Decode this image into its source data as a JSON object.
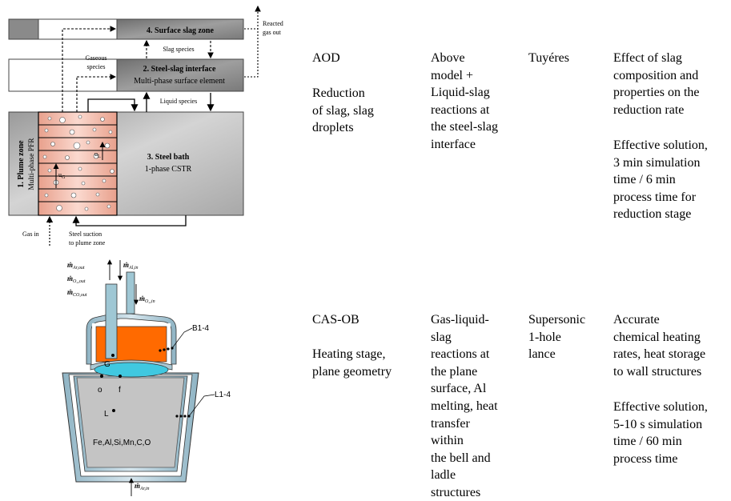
{
  "aod_diagram": {
    "zone4": "4. Surface slag zone",
    "reacted_gas": [
      "Reacted",
      "gas out"
    ],
    "slag_species": "Slag species",
    "gaseous_species": [
      "Gaseous",
      "species"
    ],
    "zone2_title": "2. Steel-slag interface",
    "zone2_sub": "Multi-phase surface element",
    "liquid_species": "Liquid species",
    "zone1_title": "1. Plume zone",
    "zone1_sub": "Multi-phase PFR",
    "u_g": "u",
    "u_g_sub": "G",
    "u_l": "u",
    "u_l_sub": "L",
    "zone3_title": "3. Steel bath",
    "zone3_sub": "1-phase CSTR",
    "gas_in": "Gas in",
    "steel_suction": [
      "Steel suction",
      "to plume zone"
    ]
  },
  "cas_diagram": {
    "m_ar_out": "Ar,out",
    "m_o2_out": "O₂,out",
    "m_co_out": "CO,out",
    "m_al_in": "Al,in",
    "m_o2_in": "O₂,in",
    "m_ar_in": "Ar,in",
    "m_symbol": "ṁ",
    "label_b": "B1-4",
    "label_l1": "L1-4",
    "label_g": "G",
    "label_o": "o",
    "label_f": "f",
    "label_l": "L",
    "elements": "Fe,Al,Si,Mn,C,O"
  },
  "rows": [
    {
      "process": "AOD",
      "stage": "Reduction\nof slag, slag\ndroplets",
      "model": "Above\nmodel +\nLiquid-slag\nreactions at\nthe steel-slag\ninterface",
      "gas_injection": "Tuyéres",
      "results": [
        "Effect of slag\ncomposition and\nproperties on the\nreduction rate",
        "Effective solution,\n3 min simulation\ntime / 6 min\nprocess time for\nreduction stage"
      ]
    },
    {
      "process": "CAS-OB",
      "stage": "Heating stage,\nplane geometry",
      "model": "Gas-liquid-\nslag\nreactions at\nthe plane\nsurface, Al\nmelting, heat\ntransfer\nwithin\nthe bell and\nladle\nstructures",
      "gas_injection": "Supersonic\n1-hole\nlance",
      "results": [
        "Accurate\nchemical heating\nrates, heat storage\nto wall structures",
        "Effective solution,\n5-10 s simulation\ntime / 60 min\nprocess time"
      ]
    }
  ],
  "colors": {
    "zone_dark": "#8c8c8c",
    "bath_gray": "#bdbdbd",
    "plume_pink": "#f2b9a8",
    "slag_orange": "#ff6a00",
    "metal_gray": "#c8c8c8",
    "steel_blue": "#aac8d4"
  }
}
